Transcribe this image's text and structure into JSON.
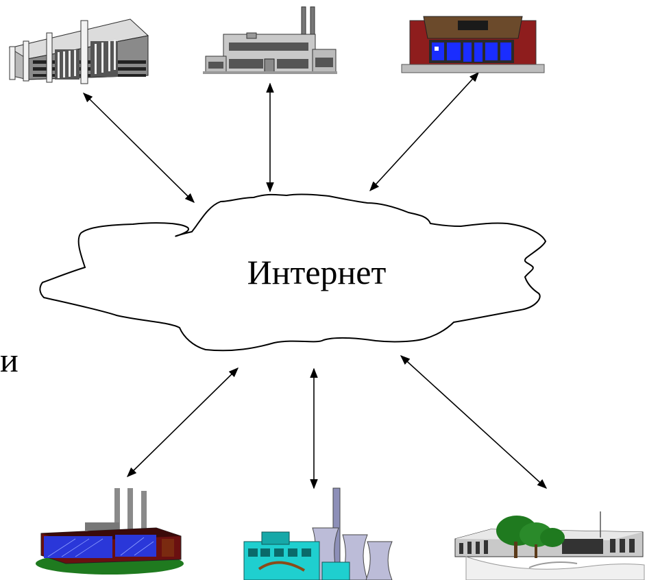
{
  "cloud": {
    "label": "Интернет"
  },
  "stray_text": "и",
  "nodes": [
    {
      "id": "office-building",
      "icon": "office-building-icon"
    },
    {
      "id": "factory-with-chimneys",
      "icon": "factory-icon"
    },
    {
      "id": "brick-storefront",
      "icon": "store-icon"
    },
    {
      "id": "manufacturing-plant",
      "icon": "industrial-plant-icon"
    },
    {
      "id": "power-station",
      "icon": "power-plant-icon"
    },
    {
      "id": "office-park",
      "icon": "office-park-icon"
    }
  ],
  "connections": [
    {
      "from": "office-building",
      "to": "cloud",
      "direction": "both"
    },
    {
      "from": "factory-with-chimneys",
      "to": "cloud",
      "direction": "both"
    },
    {
      "from": "brick-storefront",
      "to": "cloud",
      "direction": "both"
    },
    {
      "from": "manufacturing-plant",
      "to": "cloud",
      "direction": "both"
    },
    {
      "from": "power-station",
      "to": "cloud",
      "direction": "both"
    },
    {
      "from": "office-park",
      "to": "cloud",
      "direction": "both"
    }
  ]
}
